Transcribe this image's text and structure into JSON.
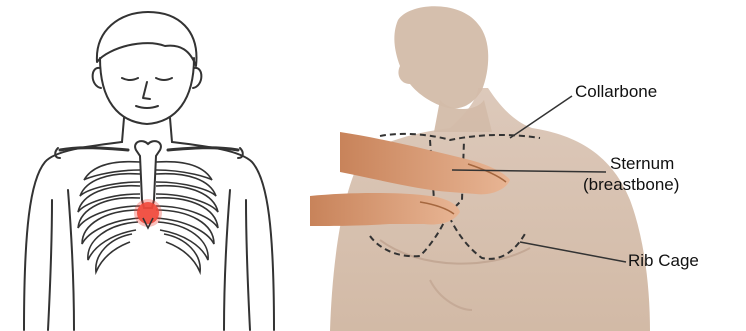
{
  "labels": {
    "collarbone": "Collarbone",
    "sternum": "Sternum",
    "breastbone": "(breastbone)",
    "rib_cage": "Rib Cage"
  },
  "colors": {
    "compression_point": "#f0493b",
    "skin": "#dcc1a8",
    "arm_skin": "#e2a87f",
    "outline": "#333333",
    "dashed_bone": "#333333"
  },
  "icons": {
    "left": "cpr-body-outline-illustration",
    "right": "cpr-hand-placement-illustration"
  }
}
